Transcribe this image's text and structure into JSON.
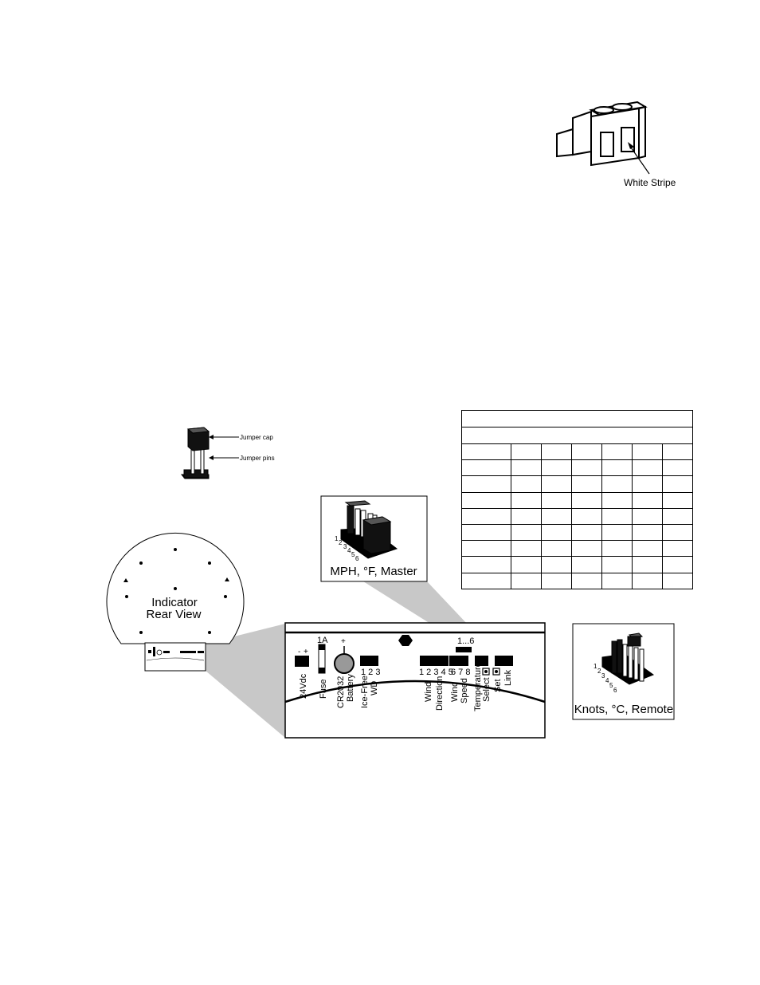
{
  "connector": {
    "callout": "White Stripe"
  },
  "jumper_detail": {
    "cap_label": "Jumper cap",
    "pins_label": "Jumper pins"
  },
  "indicator": {
    "title_line1": "Indicator",
    "title_line2": "Rear View"
  },
  "jumper_views": {
    "master": {
      "label": "MPH, °F, Master",
      "pin_numbers": [
        "1",
        "2",
        "3",
        "4",
        "5",
        "6"
      ]
    },
    "remote": {
      "label": "Knots, °C, Remote",
      "pin_numbers": [
        "1",
        "2",
        "3",
        "4",
        "5",
        "6"
      ]
    }
  },
  "board": {
    "polarity_minus": "-",
    "polarity_plus": "+",
    "power_label": "24Vdc",
    "fuse_rating": "1A",
    "fuse_label": "Fuse",
    "battery_plus": "+",
    "battery_label_1": "CR2032",
    "battery_label_2": "Battery",
    "icefree_pins": "1 2 3",
    "icefree_label_1": "Ice-Free",
    "icefree_label_2": "WD",
    "direction_pins": "1 2 3 4 5",
    "direction_label_1": "Wind",
    "direction_label_2": "Direction",
    "speed_pins": "6 7 8",
    "speed_label_1": "Wind",
    "speed_label_2": "Speed",
    "jumper_range": "1...6",
    "temperature_label": "Temperature",
    "select_label": "Select",
    "set_label": "Set",
    "link_label": "Link"
  },
  "table": {
    "rows": 11,
    "columns": 7
  }
}
